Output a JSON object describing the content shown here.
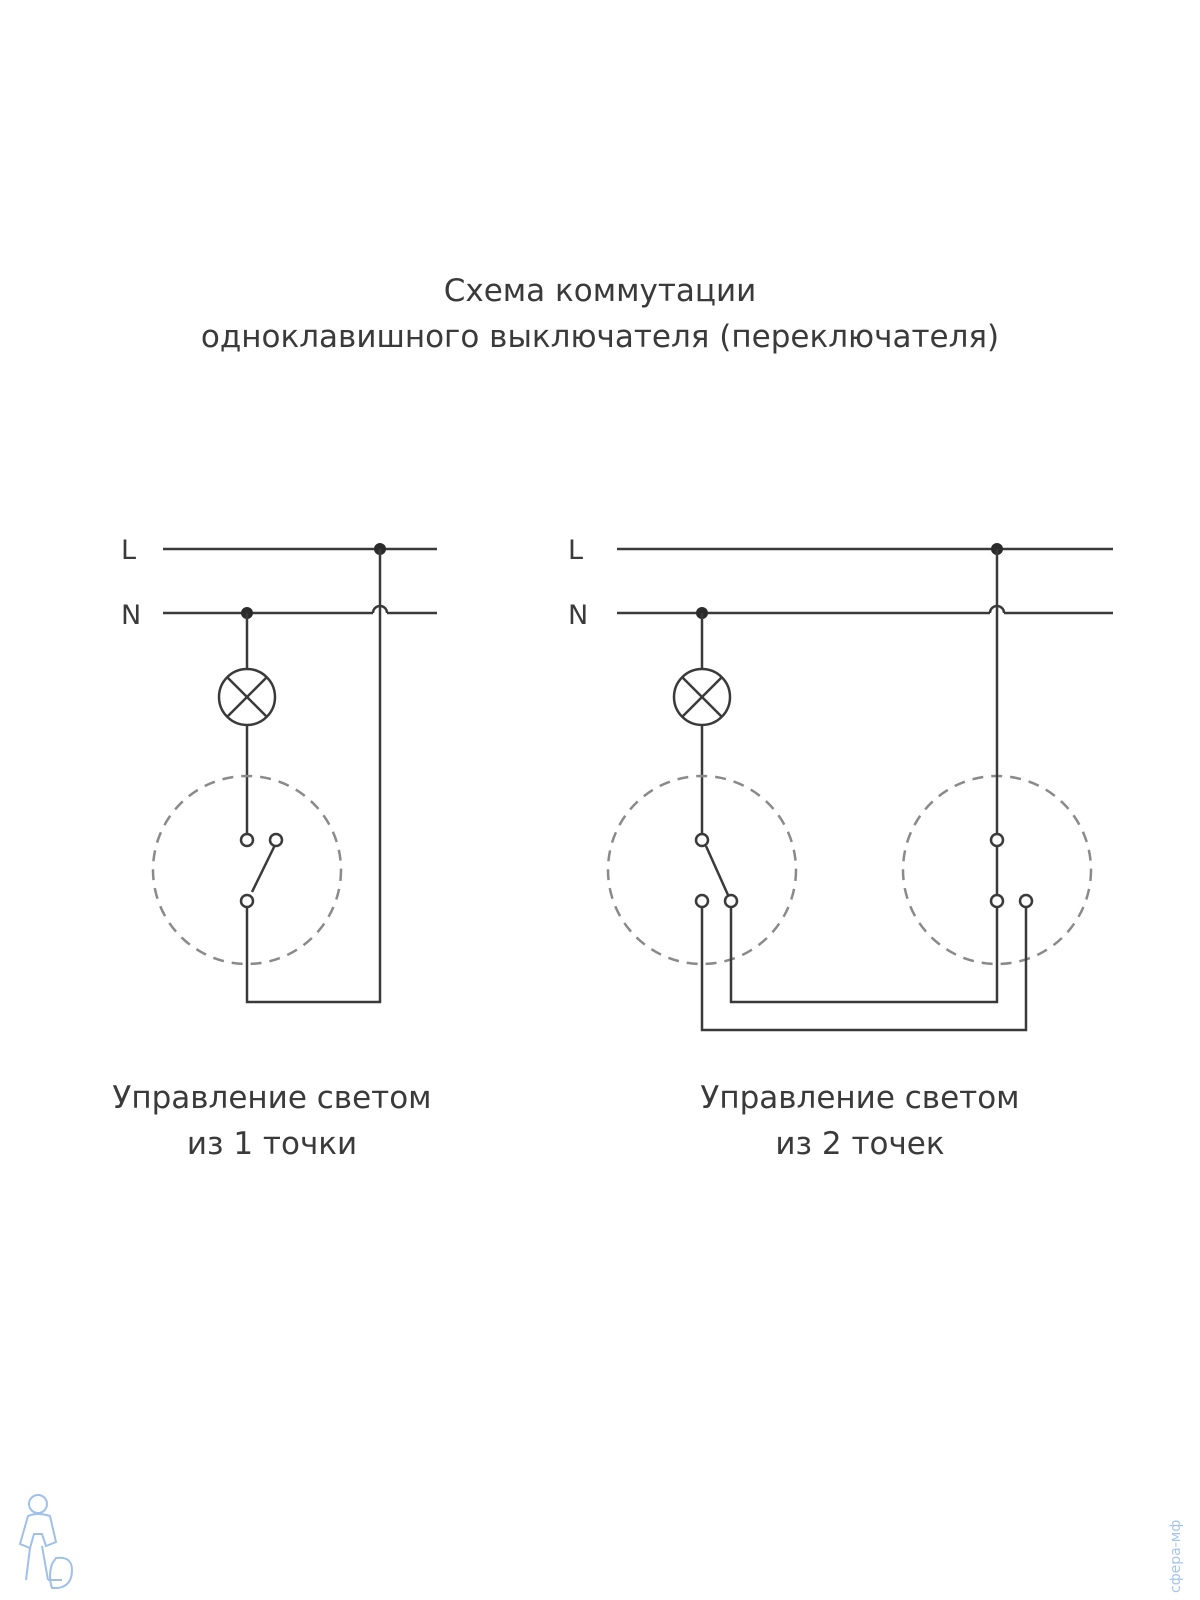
{
  "title": {
    "line1": "Схема коммутации",
    "line2": "одноклавишного выключателя (переключателя)"
  },
  "diagrams": [
    {
      "id": "one-point",
      "line_label": "L",
      "neutral_label": "N",
      "caption_line1": "Управление светом",
      "caption_line2": "из 1 точки"
    },
    {
      "id": "two-point",
      "line_label": "L",
      "neutral_label": "N",
      "caption_line1": "Управление светом",
      "caption_line2": "из 2 точек"
    }
  ],
  "colors": {
    "wire": "#3a3a3a",
    "switch_outline": "#8a8a8a",
    "watermark": "#8fb6e8"
  },
  "watermark": {
    "logo_icon": "plumber-mascot-icon",
    "side_text": "сфера-мф"
  }
}
